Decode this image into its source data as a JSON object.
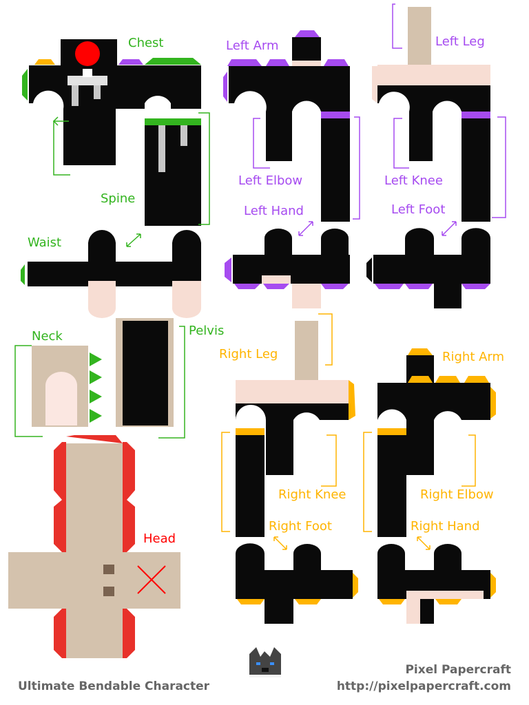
{
  "colors": {
    "green": "#33b41f",
    "purple": "#a64bf0",
    "orange": "#ffb400",
    "red": "#ff0000",
    "black": "#0a0a0a",
    "skin": "#f7ddd3",
    "hair": "#d4c2ad"
  },
  "labels": {
    "chest": "Chest",
    "spine": "Spine",
    "waist": "Waist",
    "neck": "Neck",
    "pelvis": "Pelvis",
    "head": "Head",
    "left_arm": "Left Arm",
    "left_elbow": "Left Elbow",
    "left_hand": "Left Hand",
    "left_leg": "Left Leg",
    "left_knee": "Left Knee",
    "left_foot": "Left Foot",
    "right_leg": "Right Leg",
    "right_knee": "Right Knee",
    "right_foot": "Right Foot",
    "right_arm": "Right Arm",
    "right_elbow": "Right Elbow",
    "right_hand": "Right Hand"
  },
  "footer": {
    "title": "Ultimate Bendable Character",
    "brand": "Pixel Papercraft",
    "url": "http://pixelpapercraft.com"
  }
}
